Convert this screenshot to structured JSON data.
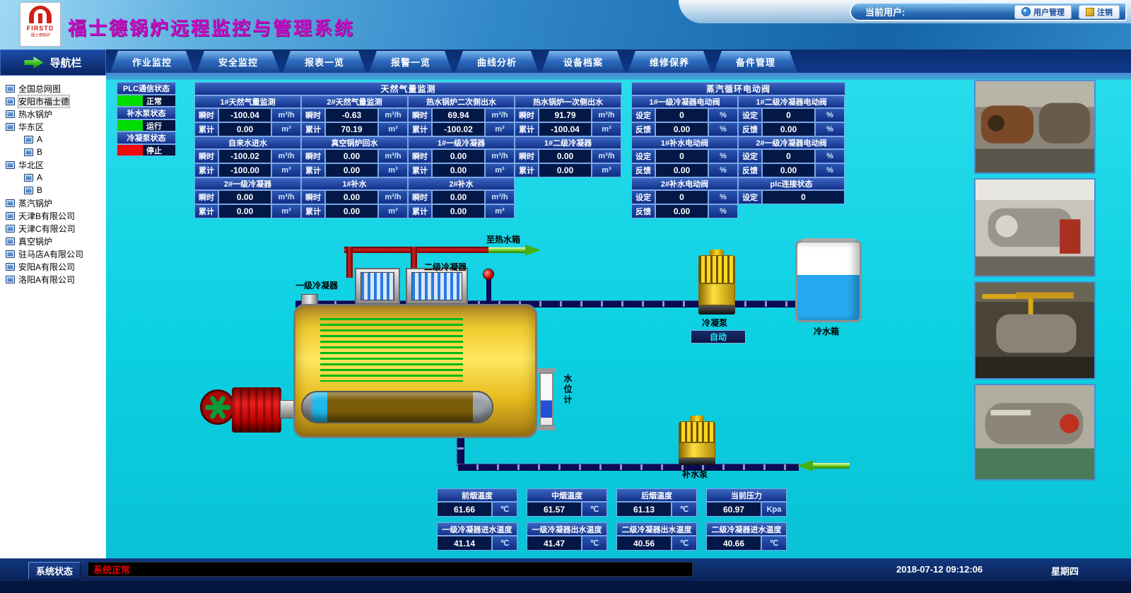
{
  "header": {
    "logo_text": "FIRSTD",
    "logo_sub": "福士德锅炉",
    "title": "福士德锅炉远程监控与管理系统",
    "current_user_label": "当前用户:",
    "buttons": {
      "user_mgmt": "用户管理",
      "logout": "注销"
    }
  },
  "nav": {
    "label": "导航栏",
    "tabs": [
      "作业监控",
      "安全监控",
      "报表一览",
      "报警一览",
      "曲线分析",
      "设备档案",
      "维修保养",
      "备件管理"
    ]
  },
  "sidebar": {
    "items": [
      {
        "label": "全国总网图",
        "level": 0,
        "selected": false
      },
      {
        "label": "安阳市福士德",
        "level": 0,
        "selected": true
      },
      {
        "label": "热水锅炉",
        "level": 0,
        "selected": false
      },
      {
        "label": "华东区",
        "level": 0,
        "selected": false
      },
      {
        "label": "A",
        "level": 1,
        "selected": false
      },
      {
        "label": "B",
        "level": 1,
        "selected": false
      },
      {
        "label": "华北区",
        "level": 0,
        "selected": false
      },
      {
        "label": "A",
        "level": 1,
        "selected": false
      },
      {
        "label": "B",
        "level": 1,
        "selected": false
      },
      {
        "label": "蒸汽锅炉",
        "level": 0,
        "selected": false
      },
      {
        "label": "天津B有限公司",
        "level": 0,
        "selected": false
      },
      {
        "label": "天津C有限公司",
        "level": 0,
        "selected": false
      },
      {
        "label": "真空锅炉",
        "level": 0,
        "selected": false
      },
      {
        "label": "驻马店A有限公司",
        "level": 0,
        "selected": false
      },
      {
        "label": "安阳A有限公司",
        "level": 0,
        "selected": false
      },
      {
        "label": "洛阳A有限公司",
        "level": 0,
        "selected": false
      }
    ]
  },
  "plc_status": {
    "rows": [
      {
        "label": "PLC通信状态",
        "value": "正常",
        "color": "green"
      },
      {
        "label": "补水泵状态",
        "value": "运行",
        "color": "green"
      },
      {
        "label": "冷凝泵状态",
        "value": "停止",
        "color": "red"
      }
    ]
  },
  "gas_panel": {
    "title": "天然气量监测",
    "inst_label": "瞬时",
    "total_label": "累计",
    "flow_unit": "m³/h",
    "volume_unit": "m³",
    "rows": [
      [
        {
          "name": "1#天然气量监测",
          "inst": "-100.04",
          "total": "0.00"
        },
        {
          "name": "2#天然气量监测",
          "inst": "-0.63",
          "total": "70.19"
        },
        {
          "name": "热水锅炉二次侧出水",
          "inst": "69.94",
          "total": "-100.02"
        },
        {
          "name": "热水锅炉一次侧出水",
          "inst": "91.79",
          "total": "-100.04"
        }
      ],
      [
        {
          "name": "自来水进水",
          "inst": "-100.02",
          "total": "-100.00"
        },
        {
          "name": "真空锅炉回水",
          "inst": "0.00",
          "total": "0.00"
        },
        {
          "name": "1#一级冷凝器",
          "inst": "0.00",
          "total": "0.00"
        },
        {
          "name": "1#二级冷凝器",
          "inst": "0.00",
          "total": "0.00"
        }
      ],
      [
        {
          "name": "2#一级冷凝器",
          "inst": "0.00",
          "total": "0.00"
        },
        {
          "name": "1#补水",
          "inst": "0.00",
          "total": "0.00"
        },
        {
          "name": "2#补水",
          "inst": "0.00",
          "total": "0.00"
        }
      ]
    ]
  },
  "valve_panel": {
    "title": "蒸汽循环电动阀",
    "set_label": "设定",
    "feedback_label": "反馈",
    "unit": "%",
    "rows": [
      [
        {
          "name": "1#一级冷凝器电动阀",
          "set": "0",
          "feedback": "0.00",
          "single": false
        },
        {
          "name": "1#二级冷凝器电动阀",
          "set": "0",
          "feedback": "0.00",
          "single": false
        }
      ],
      [
        {
          "name": "1#补水电动阀",
          "set": "0",
          "feedback": "0.00",
          "single": false
        },
        {
          "name": "2#一级冷凝器电动阀",
          "set": "0",
          "feedback": "0.00",
          "single": false
        }
      ],
      [
        {
          "name": "2#补水电动阀",
          "set": "0",
          "feedback": "0.00",
          "single": false
        },
        {
          "name": "plc连接状态",
          "set": "0",
          "feedback": null,
          "single": true
        }
      ]
    ]
  },
  "diagram": {
    "to_hot_water_tank": "至热水箱",
    "condenser1": "一级冷凝器",
    "condenser2": "二级冷凝器",
    "condensate_pump": "冷凝泵",
    "auto_button": "自动",
    "cold_water_tank": "冷水箱",
    "water_level_gauge": "水位计",
    "feed_pump": "补水泵"
  },
  "temperature_panel": {
    "rows": [
      [
        {
          "name": "前烟温度",
          "value": "61.66",
          "unit": "℃"
        },
        {
          "name": "中烟温度",
          "value": "61.57",
          "unit": "℃"
        },
        {
          "name": "后烟温度",
          "value": "61.13",
          "unit": "℃"
        },
        {
          "name": "当前压力",
          "value": "60.97",
          "unit": "Kpa"
        }
      ],
      [
        {
          "name": "一级冷凝器进水温度",
          "value": "41.14",
          "unit": "℃"
        },
        {
          "name": "一级冷凝器出水温度",
          "value": "41.47",
          "unit": "℃"
        },
        {
          "name": "二级冷凝器出水温度",
          "value": "40.56",
          "unit": "℃"
        },
        {
          "name": "二级冷凝器进水温度",
          "value": "40.66",
          "unit": "℃"
        }
      ]
    ]
  },
  "status_bar": {
    "label": "系统状态",
    "value": "系统正常",
    "datetime": "2018-07-12 09:12:06",
    "weekday": "星期四"
  },
  "icons": {
    "nav_arrow": "green-right-arrow-icon",
    "user_mgmt": "globe-icon",
    "logout": "document-icon",
    "tree_node": "monitor-icon",
    "flow_out": "green-arrow-right-icon",
    "flow_in": "green-arrow-left-icon"
  },
  "colors": {
    "ok_green": "#00dd00",
    "stop_red": "#ee0808",
    "main_cyan": "#0cd0e2",
    "title_magenta": "#c411c4",
    "panel_blue": "#13318a",
    "value_navy": "#041848"
  }
}
